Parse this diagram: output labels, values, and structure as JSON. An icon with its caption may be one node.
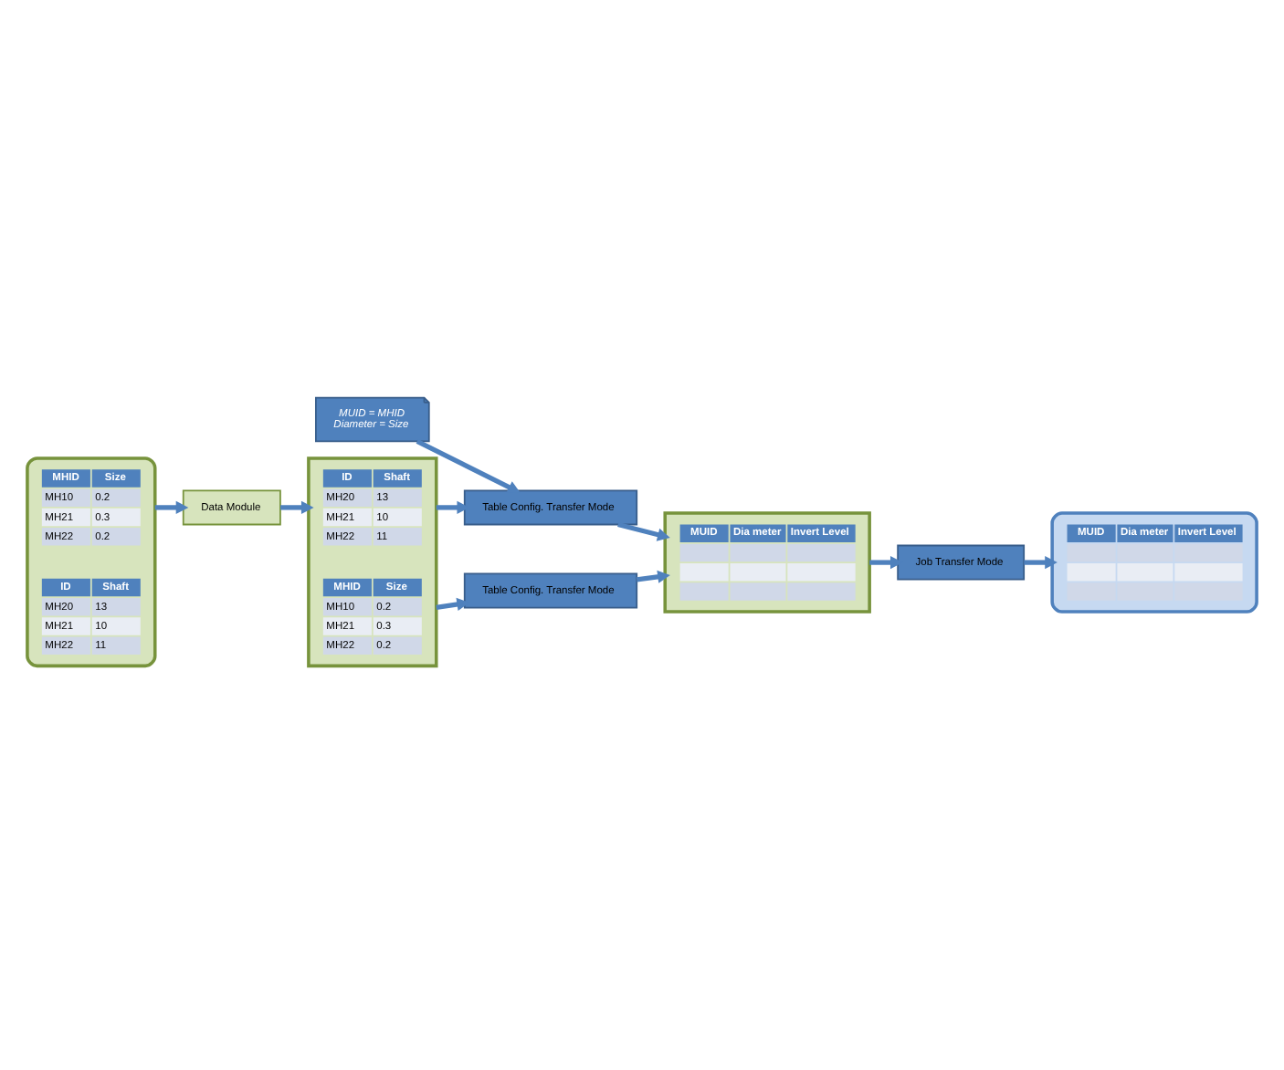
{
  "diagram": {
    "nodes": [
      {
        "text": [],
        "shape": "parallelogram"
      },
      {
        "text": [
          "MHID",
          "Size",
          "MH10",
          "0.2",
          "MH21",
          "0.3",
          "MH22",
          "0.2"
        ],
        "in": 0
      },
      {
        "text": [
          "ID",
          "Shaft",
          "MH20",
          "13",
          "MH21",
          "10",
          "MH22",
          "11"
        ],
        "in": 0
      },
      {
        "text": [
          "Data Module"
        ]
      },
      {
        "text": [],
        "shape": "cylinder"
      },
      {
        "text": [
          "MHID",
          "Size",
          "MH10",
          "0.2",
          "MH21",
          "0.3",
          "MH22",
          "0.2"
        ],
        "in": 4
      },
      {
        "text": [
          "ID",
          "Shaft",
          "MH20",
          "13",
          "MH21",
          "10",
          "MH22",
          "11"
        ],
        "in": 4
      },
      {
        "text": [
          "Table Config. Transfer Mode"
        ]
      },
      {
        "text": [
          "Table Config. Transfer Mode"
        ]
      },
      {
        "text": [
          "MUID = MHID",
          "Diameter = Size"
        ]
      },
      {
        "text": [],
        "shape": "parallelogram"
      },
      {
        "text": [
          "MUID",
          "Dia meter",
          "Invert Level"
        ],
        "in": 10
      },
      {
        "text": [
          "Job Transfer Mode"
        ]
      },
      {
        "text": [],
        "shape": "cylinder"
      },
      {
        "text": [
          "MUID",
          "Dia meter",
          "Invert Level"
        ],
        "in": 13
      }
    ],
    "edges": [
      {
        "from": 4,
        "to": 3,
        "arrow": "to"
      },
      {
        "from": 3,
        "to": 0,
        "arrow": "to"
      },
      {
        "from": 0,
        "to": 7,
        "arrow": "to"
      },
      {
        "from": 0,
        "to": 8,
        "arrow": "to"
      },
      {
        "from": 9,
        "to": 8,
        "arrow": "to"
      },
      {
        "from": 7,
        "to": 10,
        "arrow": "to"
      },
      {
        "from": 8,
        "to": 10,
        "arrow": "to"
      },
      {
        "from": 10,
        "to": 12,
        "arrow": "to"
      },
      {
        "from": 12,
        "to": 13,
        "arrow": "to"
      }
    ]
  }
}
